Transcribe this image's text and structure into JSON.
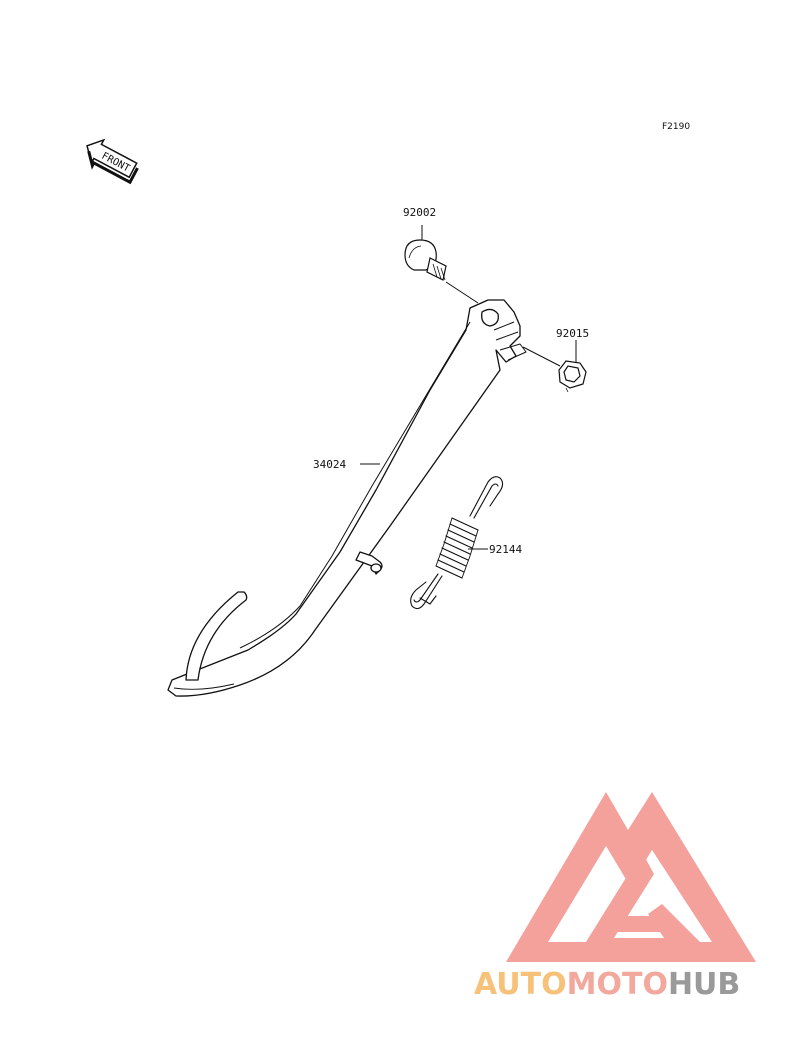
{
  "figure_ref": "F2190",
  "front_label": "FRONT",
  "parts": [
    {
      "id": "bolt",
      "number": "92002"
    },
    {
      "id": "nut",
      "number": "92015"
    },
    {
      "id": "stand",
      "number": "34024"
    },
    {
      "id": "spring",
      "number": "92144"
    }
  ],
  "watermark": {
    "word_auto": "AUTO",
    "word_moto": "MOTO",
    "word_hub": "HUB",
    "colors": {
      "auto": "#f6c27a",
      "moto": "#f2a89c",
      "hub": "#9a9a9a",
      "logo": "#f29a92"
    }
  }
}
